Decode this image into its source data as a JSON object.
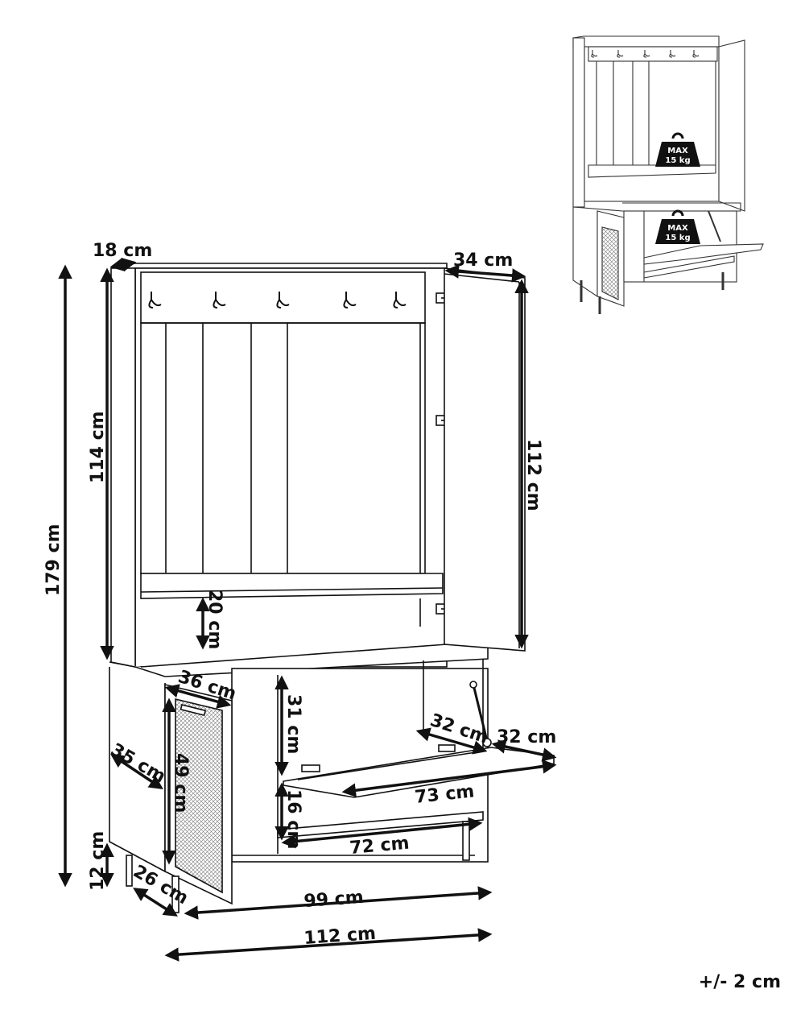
{
  "dimensions": {
    "top_depth": "18 cm",
    "door_depth": "34 cm",
    "upper_height": "114 cm",
    "door_height": "112 cm",
    "total_height": "179 cm",
    "shelf_gap": "20 cm",
    "cabinet_door_width": "36 cm",
    "cabinet_depth": "35 cm",
    "cabinet_door_height": "49 cm",
    "compartment_height": "31 cm",
    "flap_depth_left": "32 cm",
    "flap_depth_right": "32 cm",
    "flap_width": "73 cm",
    "lower_gap": "16 cm",
    "inner_width": "72 cm",
    "leg_height": "12 cm",
    "leg_depth": "26 cm",
    "inner_base_width": "99 cm",
    "total_width": "112 cm"
  },
  "tolerance": "+/- 2 cm",
  "load_badges": [
    {
      "line1": "MAX",
      "line2": "15 kg"
    },
    {
      "line1": "MAX",
      "line2": "15 kg"
    }
  ],
  "colors": {
    "line": "#111111",
    "badge": "#111111",
    "rattan": "#bfbfbf"
  }
}
